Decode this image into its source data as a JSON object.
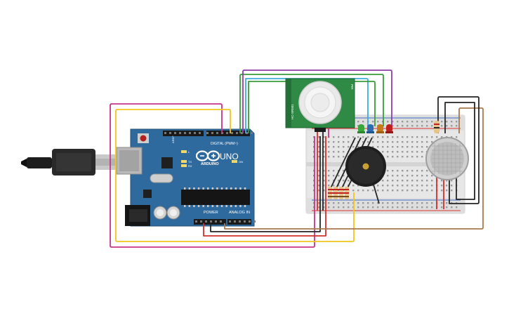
{
  "arduino": {
    "brand": "ARDUINO",
    "model": "UNO",
    "digital_header": "DIGITAL (PWM~)",
    "power_header": "POWER",
    "analog_header": "ANALOG IN",
    "labels": {
      "aref": "AREF",
      "gnd": "GND",
      "tx": "TX",
      "rx": "RX",
      "l": "L",
      "on": "ON"
    }
  },
  "pir_sensor": {
    "side_label_left": "HC-SR501",
    "side_label_right": "PIR"
  },
  "colors": {
    "board": "#2f6a9e",
    "breadboard": "#e7e7e7",
    "wire_magenta": "#c8338a",
    "wire_yellow": "#f2c51d",
    "wire_black": "#262626",
    "wire_red": "#d0302f",
    "wire_purple": "#8f3fa8",
    "wire_cyan": "#3aaed8",
    "wire_green": "#3a9b3a",
    "wire_brown": "#a9784c",
    "led_green": "#3aa53a",
    "led_blue": "#2b6db3",
    "led_orange": "#c77a1c",
    "led_red": "#c0211e"
  },
  "icons": [
    "usb-cable-icon",
    "arduino-logo-icon",
    "buzzer-icon",
    "gas-sensor-icon",
    "pir-dome-icon"
  ]
}
